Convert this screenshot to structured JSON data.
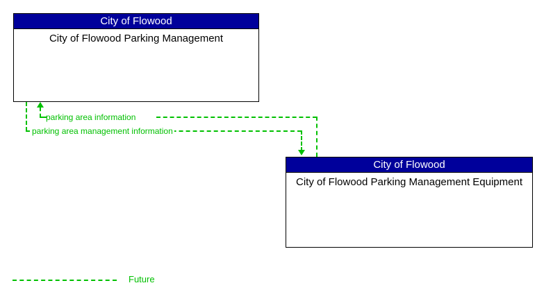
{
  "diagram": {
    "nodes": [
      {
        "id": "parking-management",
        "title": "City of Flowood",
        "name": "City of Flowood Parking Management"
      },
      {
        "id": "parking-equipment",
        "title": "City of Flowood",
        "name": "City of Flowood Parking Management Equipment"
      }
    ],
    "flows": [
      {
        "id": "parking-area-information",
        "label": "parking area information",
        "direction": "equipment-to-management",
        "status": "future"
      },
      {
        "id": "parking-area-management-information",
        "label": "parking area management information",
        "direction": "management-to-equipment",
        "status": "future"
      }
    ],
    "legend": {
      "label": "Future",
      "line_style": "dashed",
      "color": "#00C000"
    },
    "colors": {
      "header_blue": "#00009B",
      "header_text": "#FFFFFF",
      "flow_green": "#00C000",
      "border": "#000000",
      "background": "#FFFFFF",
      "body_text": "#000000"
    }
  }
}
